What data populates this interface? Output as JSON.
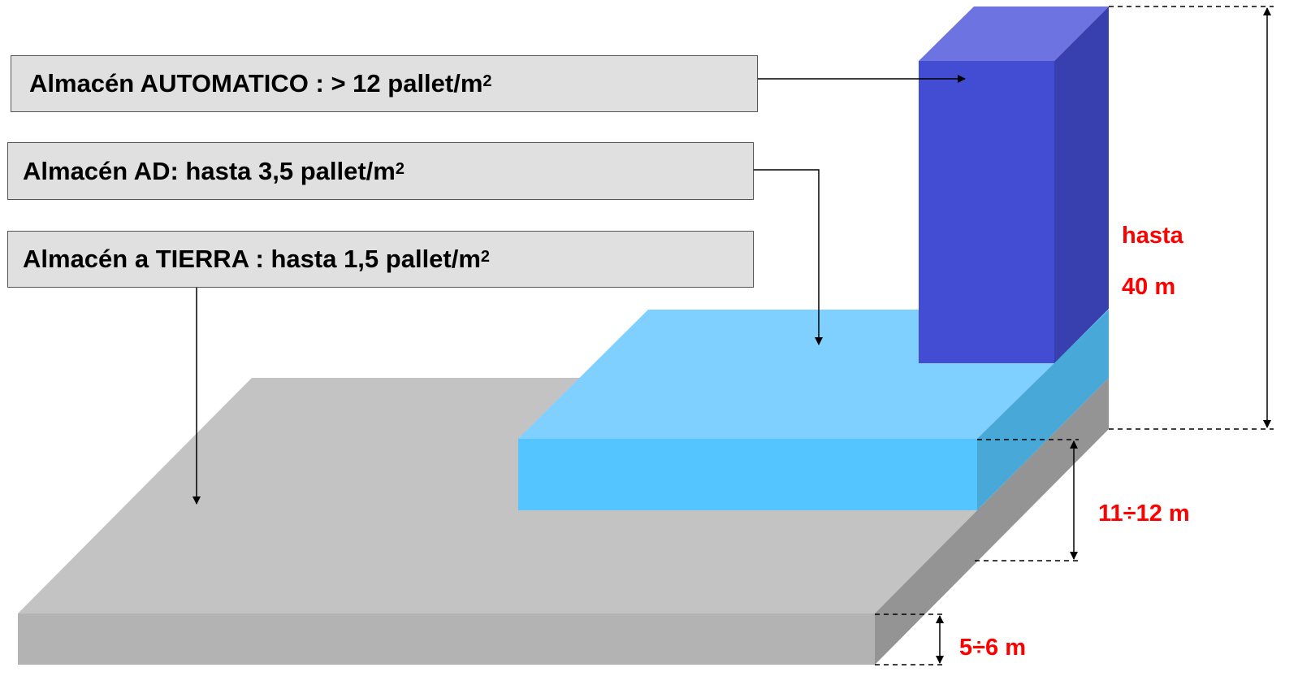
{
  "labels": {
    "automatic": {
      "text": "Almacén AUTOMATICO :  > 12 pallet/m",
      "sup": "2"
    },
    "ad": {
      "text": "Almacén AD: hasta 3,5 pallet/m",
      "sup": "2"
    },
    "ground": {
      "text": "Almacén a TIERRA : hasta 1,5 pallet/m",
      "sup": "2"
    }
  },
  "dimensions": {
    "tower_line1": "hasta",
    "tower_line2": "40 m",
    "racks": "11÷12 m",
    "ground": "5÷6 m"
  },
  "colors": {
    "ground_top": "#c3c3c3",
    "ground_front": "#b3b3b3",
    "ground_side": "#949494",
    "rack_top": "#80d0ff",
    "rack_front": "#55c5ff",
    "rack_side": "#48a8d8",
    "tower_top": "#6d73e0",
    "tower_front": "#434dd4",
    "tower_side": "#3840b0",
    "dim_text": "#ff0000",
    "box_fill": "#e0e0e0"
  }
}
